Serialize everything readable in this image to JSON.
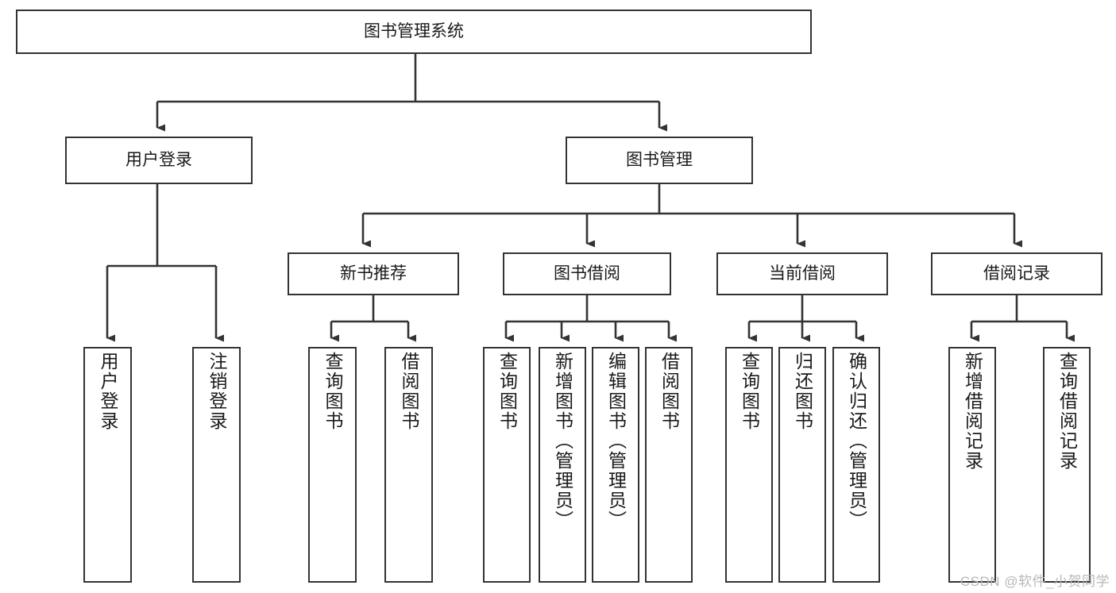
{
  "diagram": {
    "title": "图书管理系统",
    "type": "tree",
    "watermark": "CSDN @软件_小贺同学",
    "colors": {
      "box_border": "#333333",
      "box_fill": "#ffffff",
      "edge": "#333333",
      "text": "#1a1a1a",
      "watermark": "#b8b8b8"
    },
    "levels": {
      "root": {
        "label": "图书管理系统"
      },
      "level2": [
        {
          "id": "user-login",
          "label": "用户登录"
        },
        {
          "id": "book-manage",
          "label": "图书管理"
        }
      ],
      "level3": [
        {
          "id": "new-book-recommend",
          "label": "新书推荐",
          "parent": "book-manage"
        },
        {
          "id": "book-borrow",
          "label": "图书借阅",
          "parent": "book-manage"
        },
        {
          "id": "current-borrow",
          "label": "当前借阅",
          "parent": "book-manage"
        },
        {
          "id": "borrow-record",
          "label": "借阅记录",
          "parent": "book-manage"
        }
      ],
      "leaves": [
        {
          "id": "leaf-user-login",
          "label": "用户登录",
          "parent": "user-login"
        },
        {
          "id": "leaf-logout",
          "label": "注销登录",
          "parent": "user-login"
        },
        {
          "id": "leaf-query-book-1",
          "label": "查询图书",
          "parent": "new-book-recommend"
        },
        {
          "id": "leaf-borrow-book-1",
          "label": "借阅图书",
          "parent": "new-book-recommend"
        },
        {
          "id": "leaf-query-book-2",
          "label": "查询图书",
          "parent": "book-borrow"
        },
        {
          "id": "leaf-add-book",
          "label": "新增图书（管理员）",
          "parent": "book-borrow"
        },
        {
          "id": "leaf-edit-book",
          "label": "编辑图书（管理员）",
          "parent": "book-borrow"
        },
        {
          "id": "leaf-borrow-book-2",
          "label": "借阅图书",
          "parent": "book-borrow"
        },
        {
          "id": "leaf-query-book-3",
          "label": "查询图书",
          "parent": "current-borrow"
        },
        {
          "id": "leaf-return-book",
          "label": "归还图书",
          "parent": "current-borrow"
        },
        {
          "id": "leaf-confirm-return",
          "label": "确认归还（管理员）",
          "parent": "current-borrow"
        },
        {
          "id": "leaf-add-record",
          "label": "新增借阅记录",
          "parent": "borrow-record"
        },
        {
          "id": "leaf-query-record",
          "label": "查询借阅记录",
          "parent": "borrow-record"
        }
      ]
    }
  }
}
